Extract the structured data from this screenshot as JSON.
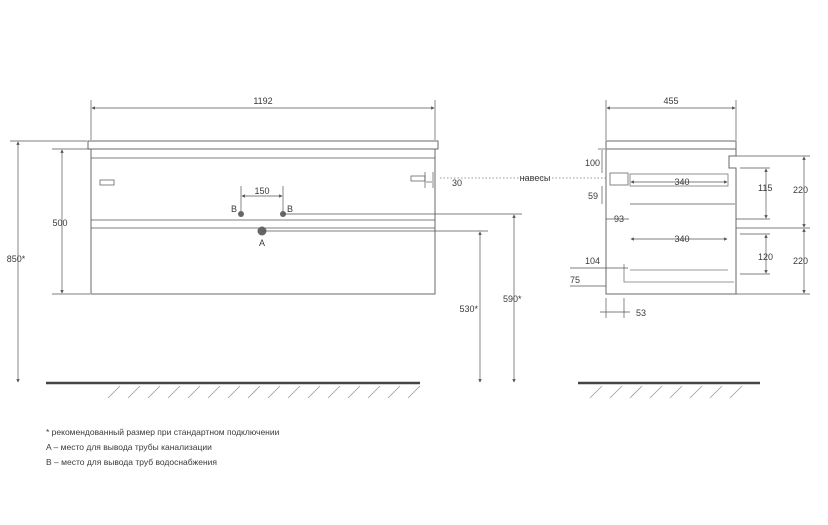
{
  "front_view": {
    "width": "1192",
    "height_total": "850*",
    "height_body": "500",
    "pipe_spacing": "150",
    "label_b_left": "B",
    "label_b_right": "B",
    "label_a": "A",
    "hinge_offset": "30",
    "dim_530": "530*",
    "dim_590": "590*"
  },
  "side_view": {
    "depth": "455",
    "dim_100": "100",
    "dim_59": "59",
    "dim_93": "93",
    "dim_104": "104",
    "dim_75": "75",
    "dim_53": "53",
    "drawer_top_depth": "340",
    "drawer_bottom_depth": "340",
    "dim_115": "115",
    "dim_120": "120",
    "dim_220_top": "220",
    "dim_220_bottom": "220",
    "hinges_label": "навесы"
  },
  "notes": [
    "* рекомендованный размер при стандартном подключении",
    "A – место для вывода трубы канализации",
    "B – место для вывода труб водоснабжения"
  ]
}
